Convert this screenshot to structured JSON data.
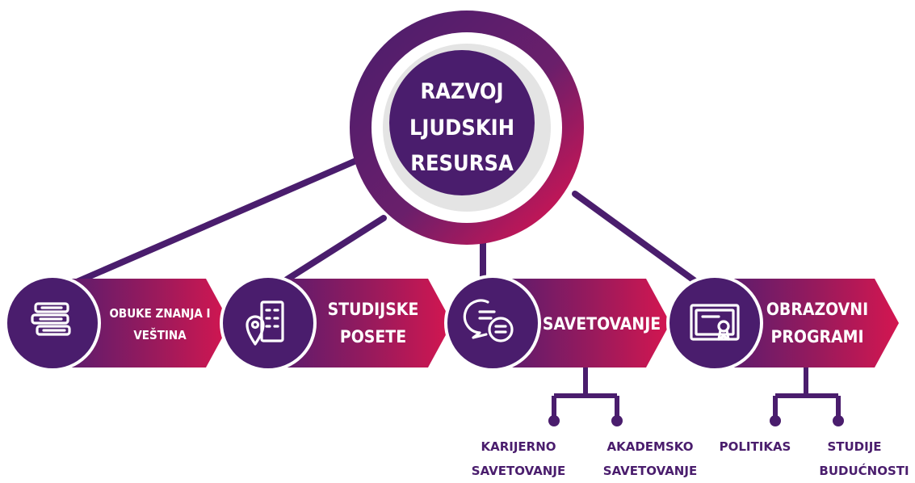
{
  "center": {
    "lines": [
      "RAZVOJ",
      "LJUDSKIH",
      "RESURSA"
    ]
  },
  "nodes": [
    {
      "icon": "books-icon",
      "lines": [
        "OBUKE ZNANJA I",
        "VEŠTINA"
      ]
    },
    {
      "icon": "map-pin-building-icon",
      "lines": [
        "STUDIJSKE",
        "POSETE"
      ]
    },
    {
      "icon": "chat-bubbles-icon",
      "lines": [
        "SAVETOVANJE"
      ]
    },
    {
      "icon": "certificate-icon",
      "lines": [
        "OBRAZOVNI",
        "PROGRAMI"
      ]
    }
  ],
  "sub_items": {
    "savetovanje": [
      {
        "lines": [
          "KARIJERNO",
          "SAVETOVANJE"
        ]
      },
      {
        "lines": [
          "AKADEMSKO",
          "SAVETOVANJE"
        ]
      }
    ],
    "obrazovni_programi": [
      {
        "lines": [
          "POLITIKAS"
        ]
      },
      {
        "lines": [
          "STUDIJE",
          "BUDUĆNOSTI"
        ]
      }
    ]
  },
  "colors": {
    "purple": "#4a1d6d",
    "magenta": "#c5174f",
    "ring_pink": "#e8124e"
  }
}
